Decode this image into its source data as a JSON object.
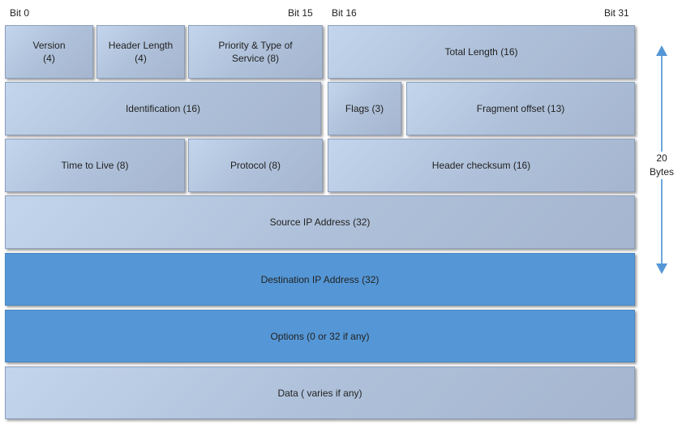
{
  "bit_labels": {
    "bit0": "Bit 0",
    "bit15": "Bit 15",
    "bit16": "Bit 16",
    "bit31": "Bit 31"
  },
  "fields": {
    "version": "Version\n(4)",
    "header_length": "Header Length\n(4)",
    "priority": "Priority & Type of\nService (8)",
    "total_length": "Total Length (16)",
    "identification": "Identification (16)",
    "flags": "Flags (3)",
    "fragment_offset": "Fragment offset (13)",
    "ttl": "Time to Live (8)",
    "protocol": "Protocol (8)",
    "checksum": "Header checksum (16)",
    "source": "Source IP Address (32)",
    "destination": "Destination IP Address (32)",
    "options": "Options (0 or 32 if any)",
    "data": "Data ( varies if any)"
  },
  "size_label": "20\nBytes",
  "colors": {
    "field": "#afc1da",
    "highlight": "#5597d6",
    "arrow": "#5597d6"
  }
}
